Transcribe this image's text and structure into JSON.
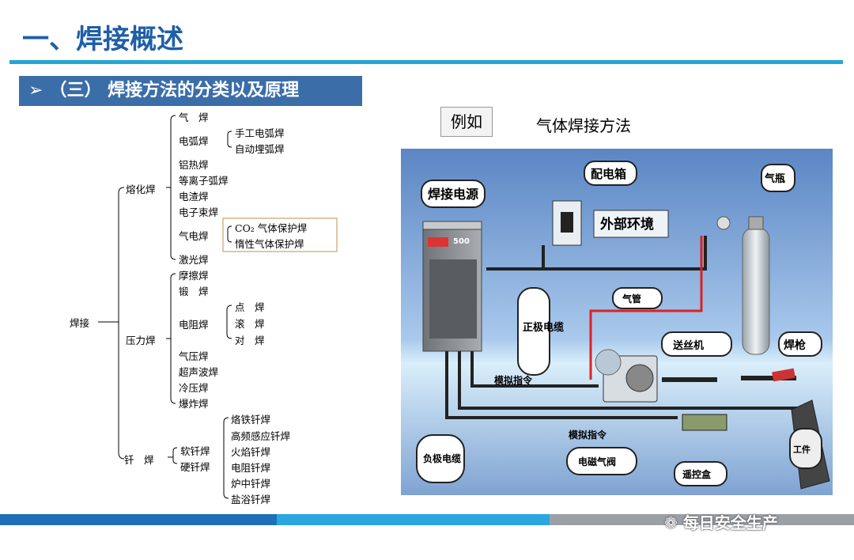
{
  "header": {
    "title": "一、焊接概述",
    "section": "（三） 焊接方法的分类以及原理",
    "section_marker": "➢"
  },
  "tree": {
    "root": "焊接",
    "fusion": {
      "label": "熔化焊",
      "items": [
        "气　焊",
        "电弧焊",
        "铝热焊",
        "等离子弧焊",
        "电渣焊",
        "电子束焊",
        "气电焊",
        "激光焊"
      ],
      "arc_sub": [
        "手工电弧焊",
        "自动埋弧焊"
      ],
      "gas_sub": [
        "CO₂ 气体保护焊",
        "惰性气体保护焊"
      ]
    },
    "pressure": {
      "label": "压力焊",
      "items": [
        "摩擦焊",
        "锻　焊",
        "电阻焊",
        "气压焊",
        "超声波焊",
        "冷压焊",
        "爆炸焊"
      ],
      "resistance_sub": [
        "点　焊",
        "滚　焊",
        "对　焊"
      ]
    },
    "braze": {
      "label": "钎　焊",
      "items": [
        "软钎焊",
        "硬钎焊"
      ],
      "sub": [
        "烙铁钎焊",
        "高频感应钎焊",
        "火焰钎焊",
        "电阻钎焊",
        "炉中钎焊",
        "盐浴钎焊"
      ]
    }
  },
  "example": {
    "label": "例如",
    "title": "气体焊接方法"
  },
  "diagram": {
    "labels": {
      "power": "焊接电源",
      "box": "配电箱",
      "env": "外部环境",
      "cylinder": "气瓶",
      "hose": "气管",
      "pos_cable": "正极电缆",
      "feeder": "送丝机",
      "torch": "焊枪",
      "analog1": "模拟指令",
      "analog2": "模拟指令",
      "neg_cable": "负极电缆",
      "valve": "电磁气阀",
      "remote": "遥控盒",
      "work": "工件",
      "model": "500"
    }
  },
  "footer": {
    "watermark": "每日安全生产",
    "colors": [
      "#1e6fb8",
      "#2aa7df",
      "#9aa0a6"
    ]
  }
}
